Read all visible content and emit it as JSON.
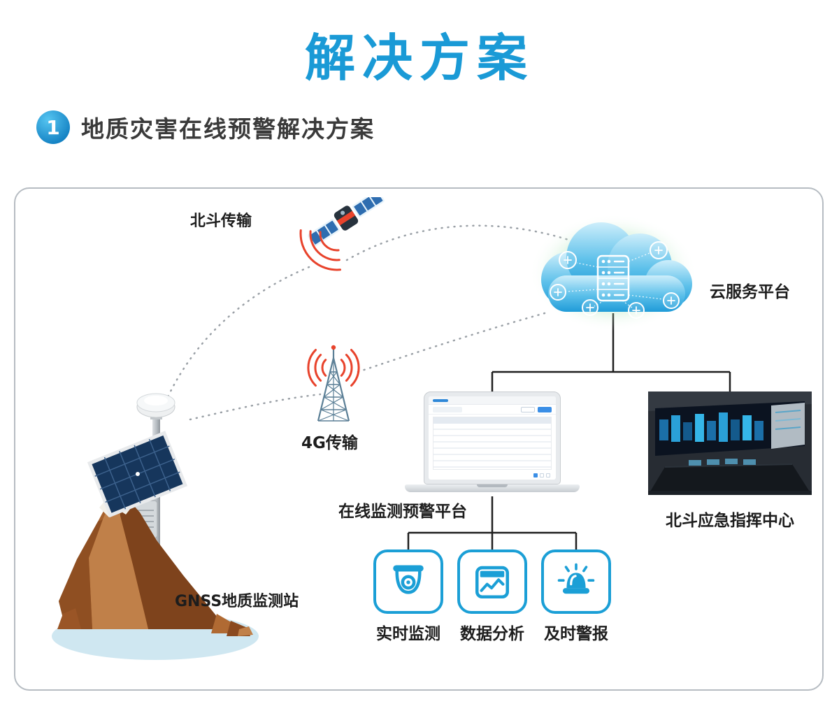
{
  "page": {
    "title": "解决方案",
    "section": {
      "number": "1",
      "title": "地质灾害在线预警解决方案"
    }
  },
  "diagram": {
    "nodes": {
      "beidou_label": "北斗传输",
      "cloud_label": "云服务平台",
      "g4_label": "4G传输",
      "station_label": "GNSS地质监测站",
      "platform_label": "在线监测预警平台",
      "command_label": "北斗应急指挥中心"
    },
    "features": [
      {
        "label": "实时监测",
        "icon": "dome-camera-icon"
      },
      {
        "label": "数据分析",
        "icon": "data-chart-icon"
      },
      {
        "label": "及时警报",
        "icon": "siren-icon"
      }
    ],
    "colors": {
      "accent_blue": "#1a9ad6",
      "icon_blue": "#1b9fd6",
      "signal_red": "#e8432c",
      "solid_line": "#1f1f1f",
      "dotted_line": "#9aa0a6",
      "cloud_blue": "#2aa3dc",
      "glow_green": "#8fd9a0"
    }
  }
}
